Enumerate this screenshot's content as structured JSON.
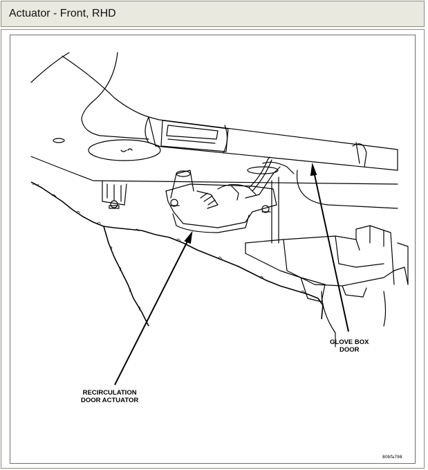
{
  "header": {
    "title": "Actuator - Front, RHD"
  },
  "figure": {
    "labels": {
      "recirculation_line1": "RECIRCULATION",
      "recirculation_line2": "DOOR ACTUATOR",
      "glove_box_line1": "GLOVE BOX",
      "glove_box_line2": "DOOR"
    },
    "figure_id": "80bfa798"
  }
}
